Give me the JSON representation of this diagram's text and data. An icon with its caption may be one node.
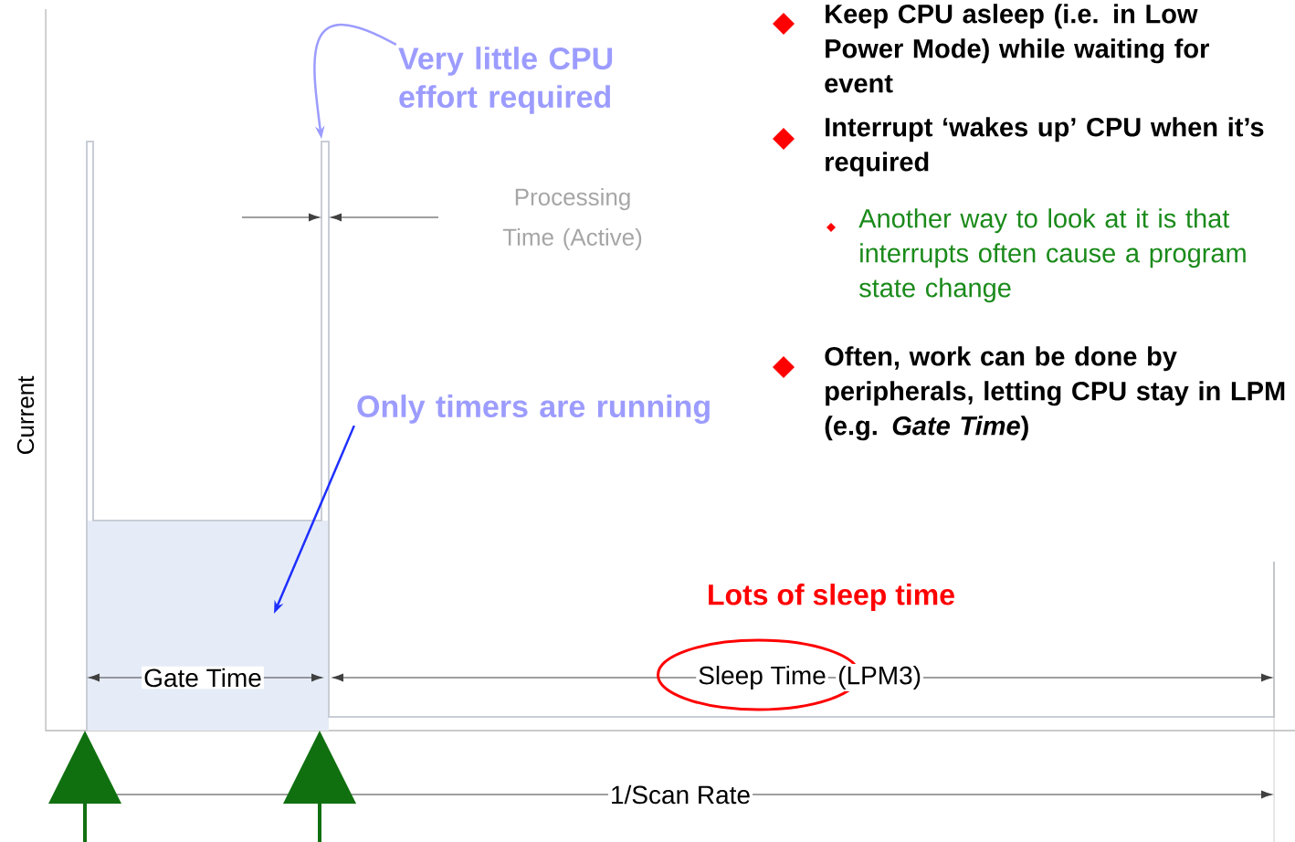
{
  "diagram": {
    "nodes": [
      {
        "text": [
          "Very little CPU effort required"
        ]
      },
      {
        "text": [
          "Only timers are running"
        ]
      }
    ],
    "edges": [
      {
        "from": 0,
        "to": null,
        "arrow": "to"
      },
      {
        "from": 1,
        "to": null,
        "arrow": "to",
        "color": "#1f2fff"
      }
    ],
    "labels": [
      "Keep CPU asleep (i.e. in Low Power Mode) while waiting for event",
      "Interrupt ‘wakes up’ CPU when it’s required",
      "Another way to look at it is that interrupts often cause a program state change",
      "Often, work can be done by peripherals, letting CPU stay in LPM (e.g. *Gate Time*)",
      "Processing Time (Active)",
      "Current",
      "Lots of sleep time",
      "Gate Time",
      "Sleep Time",
      "(LPM3)",
      "1/Scan Rate"
    ]
  }
}
